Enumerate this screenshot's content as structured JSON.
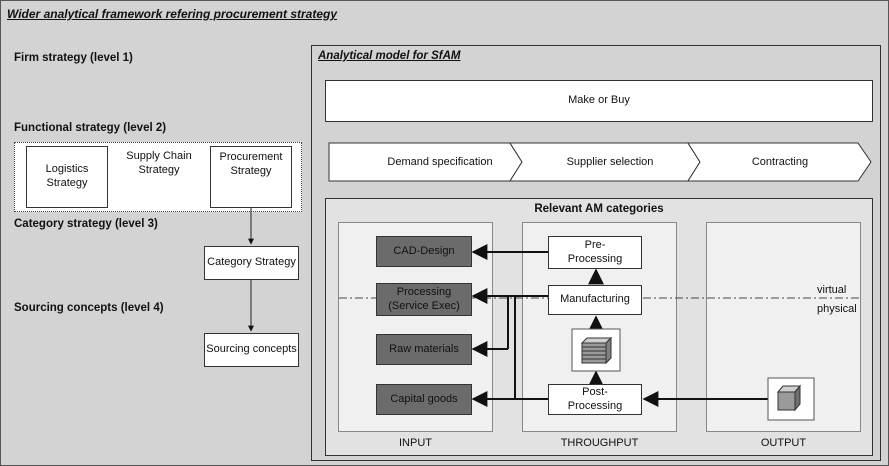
{
  "framework_title": "Wider analytical framework refering procurement strategy",
  "levels": {
    "firm": "Firm strategy (level 1)",
    "functional": "Functional strategy (level 2)",
    "category": "Category strategy (level 3)",
    "sourcing": "Sourcing concepts (level 4)"
  },
  "functional_boxes": {
    "logistics": "Logistics Strategy",
    "supply_chain": "Supply Chain Strategy",
    "procurement": "Procurement Strategy"
  },
  "category_box": "Category Strategy",
  "sourcing_box": "Sourcing concepts",
  "model": {
    "title": "Analytical  model for SfAM",
    "make_or_buy": "Make or Buy",
    "process_steps": [
      "Demand specification",
      "Supplier selection",
      "Contracting"
    ],
    "am_title": "Relevant AM categories",
    "input_items": [
      "CAD-Design",
      "Processing (Service Exec)",
      "Raw materials",
      "Capital goods"
    ],
    "throughput_items": [
      "Pre-Processing",
      "Manufacturing",
      "Post-Processing"
    ],
    "columns": [
      "INPUT",
      "THROUGHPUT",
      "OUTPUT"
    ],
    "virtual_label": "virtual",
    "physical_label": "physical"
  },
  "colors": {
    "frame_bg": "#d3d3d3",
    "panel_bg": "#e2e2e2",
    "column_bg": "#f0f0f0",
    "dark_box": "#6b6b6b"
  },
  "icons": [
    "stack-of-layers-icon",
    "cube-icon"
  ]
}
